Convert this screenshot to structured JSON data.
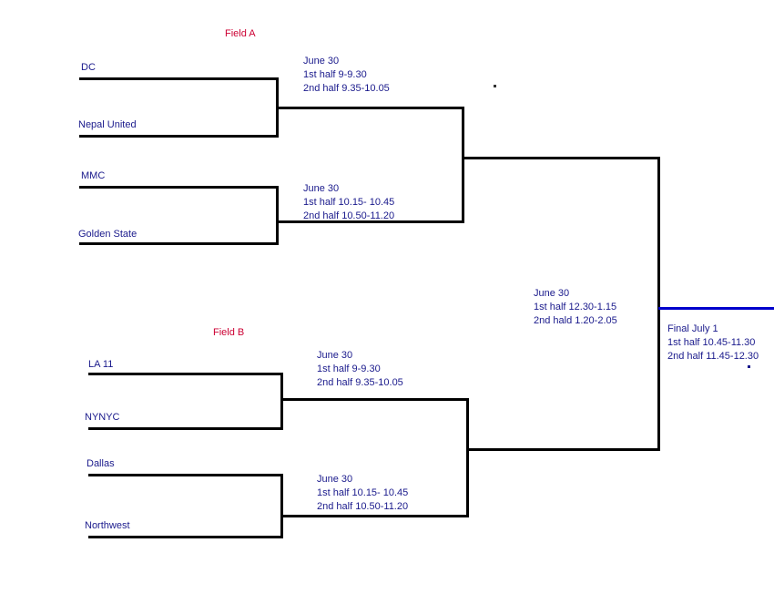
{
  "fields": {
    "a_label": "Field A",
    "b_label": "Field B"
  },
  "round1": [
    {
      "id": "a-match-1",
      "top_team": "DC",
      "bottom_team": "Nepal United",
      "info": {
        "date": "June 30",
        "first_half": "1st half 9-9.30",
        "second_half": "2nd half 9.35-10.05"
      }
    },
    {
      "id": "a-match-2",
      "top_team": "MMC",
      "bottom_team": "Golden State",
      "info": {
        "date": "June 30",
        "first_half": "1st half 10.15- 10.45",
        "second_half": "2nd half 10.50-11.20"
      }
    },
    {
      "id": "b-match-1",
      "top_team": "LA 11",
      "bottom_team": "NYNYC",
      "info": {
        "date": "June 30",
        "first_half": "1st half 9-9.30",
        "second_half": "2nd half 9.35-10.05"
      }
    },
    {
      "id": "b-match-2",
      "top_team": "Dallas",
      "bottom_team": "Northwest",
      "info": {
        "date": "June 30",
        "first_half": "1st half 10.15- 10.45",
        "second_half": "2nd half 10.50-11.20"
      }
    }
  ],
  "semifinal": {
    "info": {
      "date": "June 30",
      "first_half": "1st half 12.30-1.15",
      "second_half": "2nd hald 1.20-2.05"
    }
  },
  "final": {
    "info": {
      "date": "Final July 1",
      "first_half": "1st half 10.45-11.30",
      "second_half": "2nd half 11.45-12.30"
    }
  },
  "colors": {
    "line": "#000000",
    "final_line": "#0000cc",
    "team_text": "#1a1a8c",
    "field_text": "#cc0033"
  }
}
